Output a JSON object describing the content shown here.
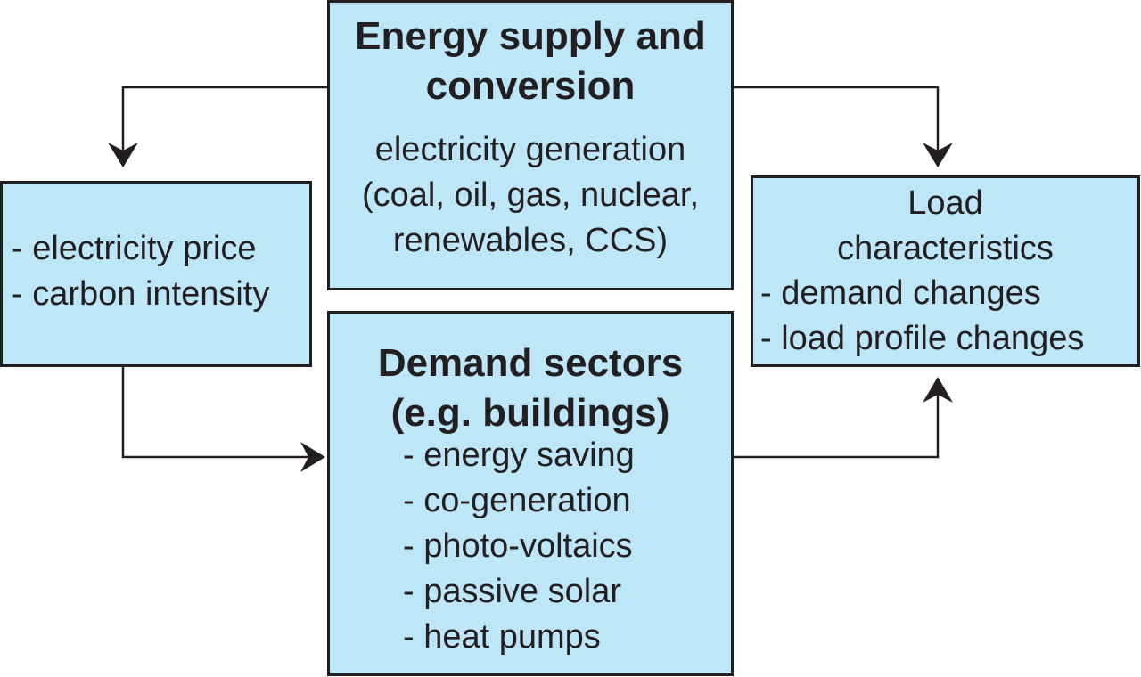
{
  "supply": {
    "title_lines": [
      "Energy supply and",
      "conversion"
    ],
    "text_lines": [
      "electricity generation",
      "(coal, oil, gas, nuclear,",
      "renewables, CCS)"
    ]
  },
  "signals": {
    "items": [
      "- electricity price",
      "- carbon intensity"
    ]
  },
  "load": {
    "title_lines": [
      "Load",
      "characteristics"
    ],
    "items": [
      "- demand changes",
      "- load profile changes"
    ]
  },
  "demand": {
    "title_lines": [
      "Demand sectors",
      "(e.g. buildings)"
    ],
    "items": [
      "- energy saving",
      "- co-generation",
      "- photo-voltaics",
      "- passive solar",
      "- heat pumps"
    ]
  },
  "colors": {
    "box_fill": "#bde6f8",
    "stroke": "#231f20"
  }
}
